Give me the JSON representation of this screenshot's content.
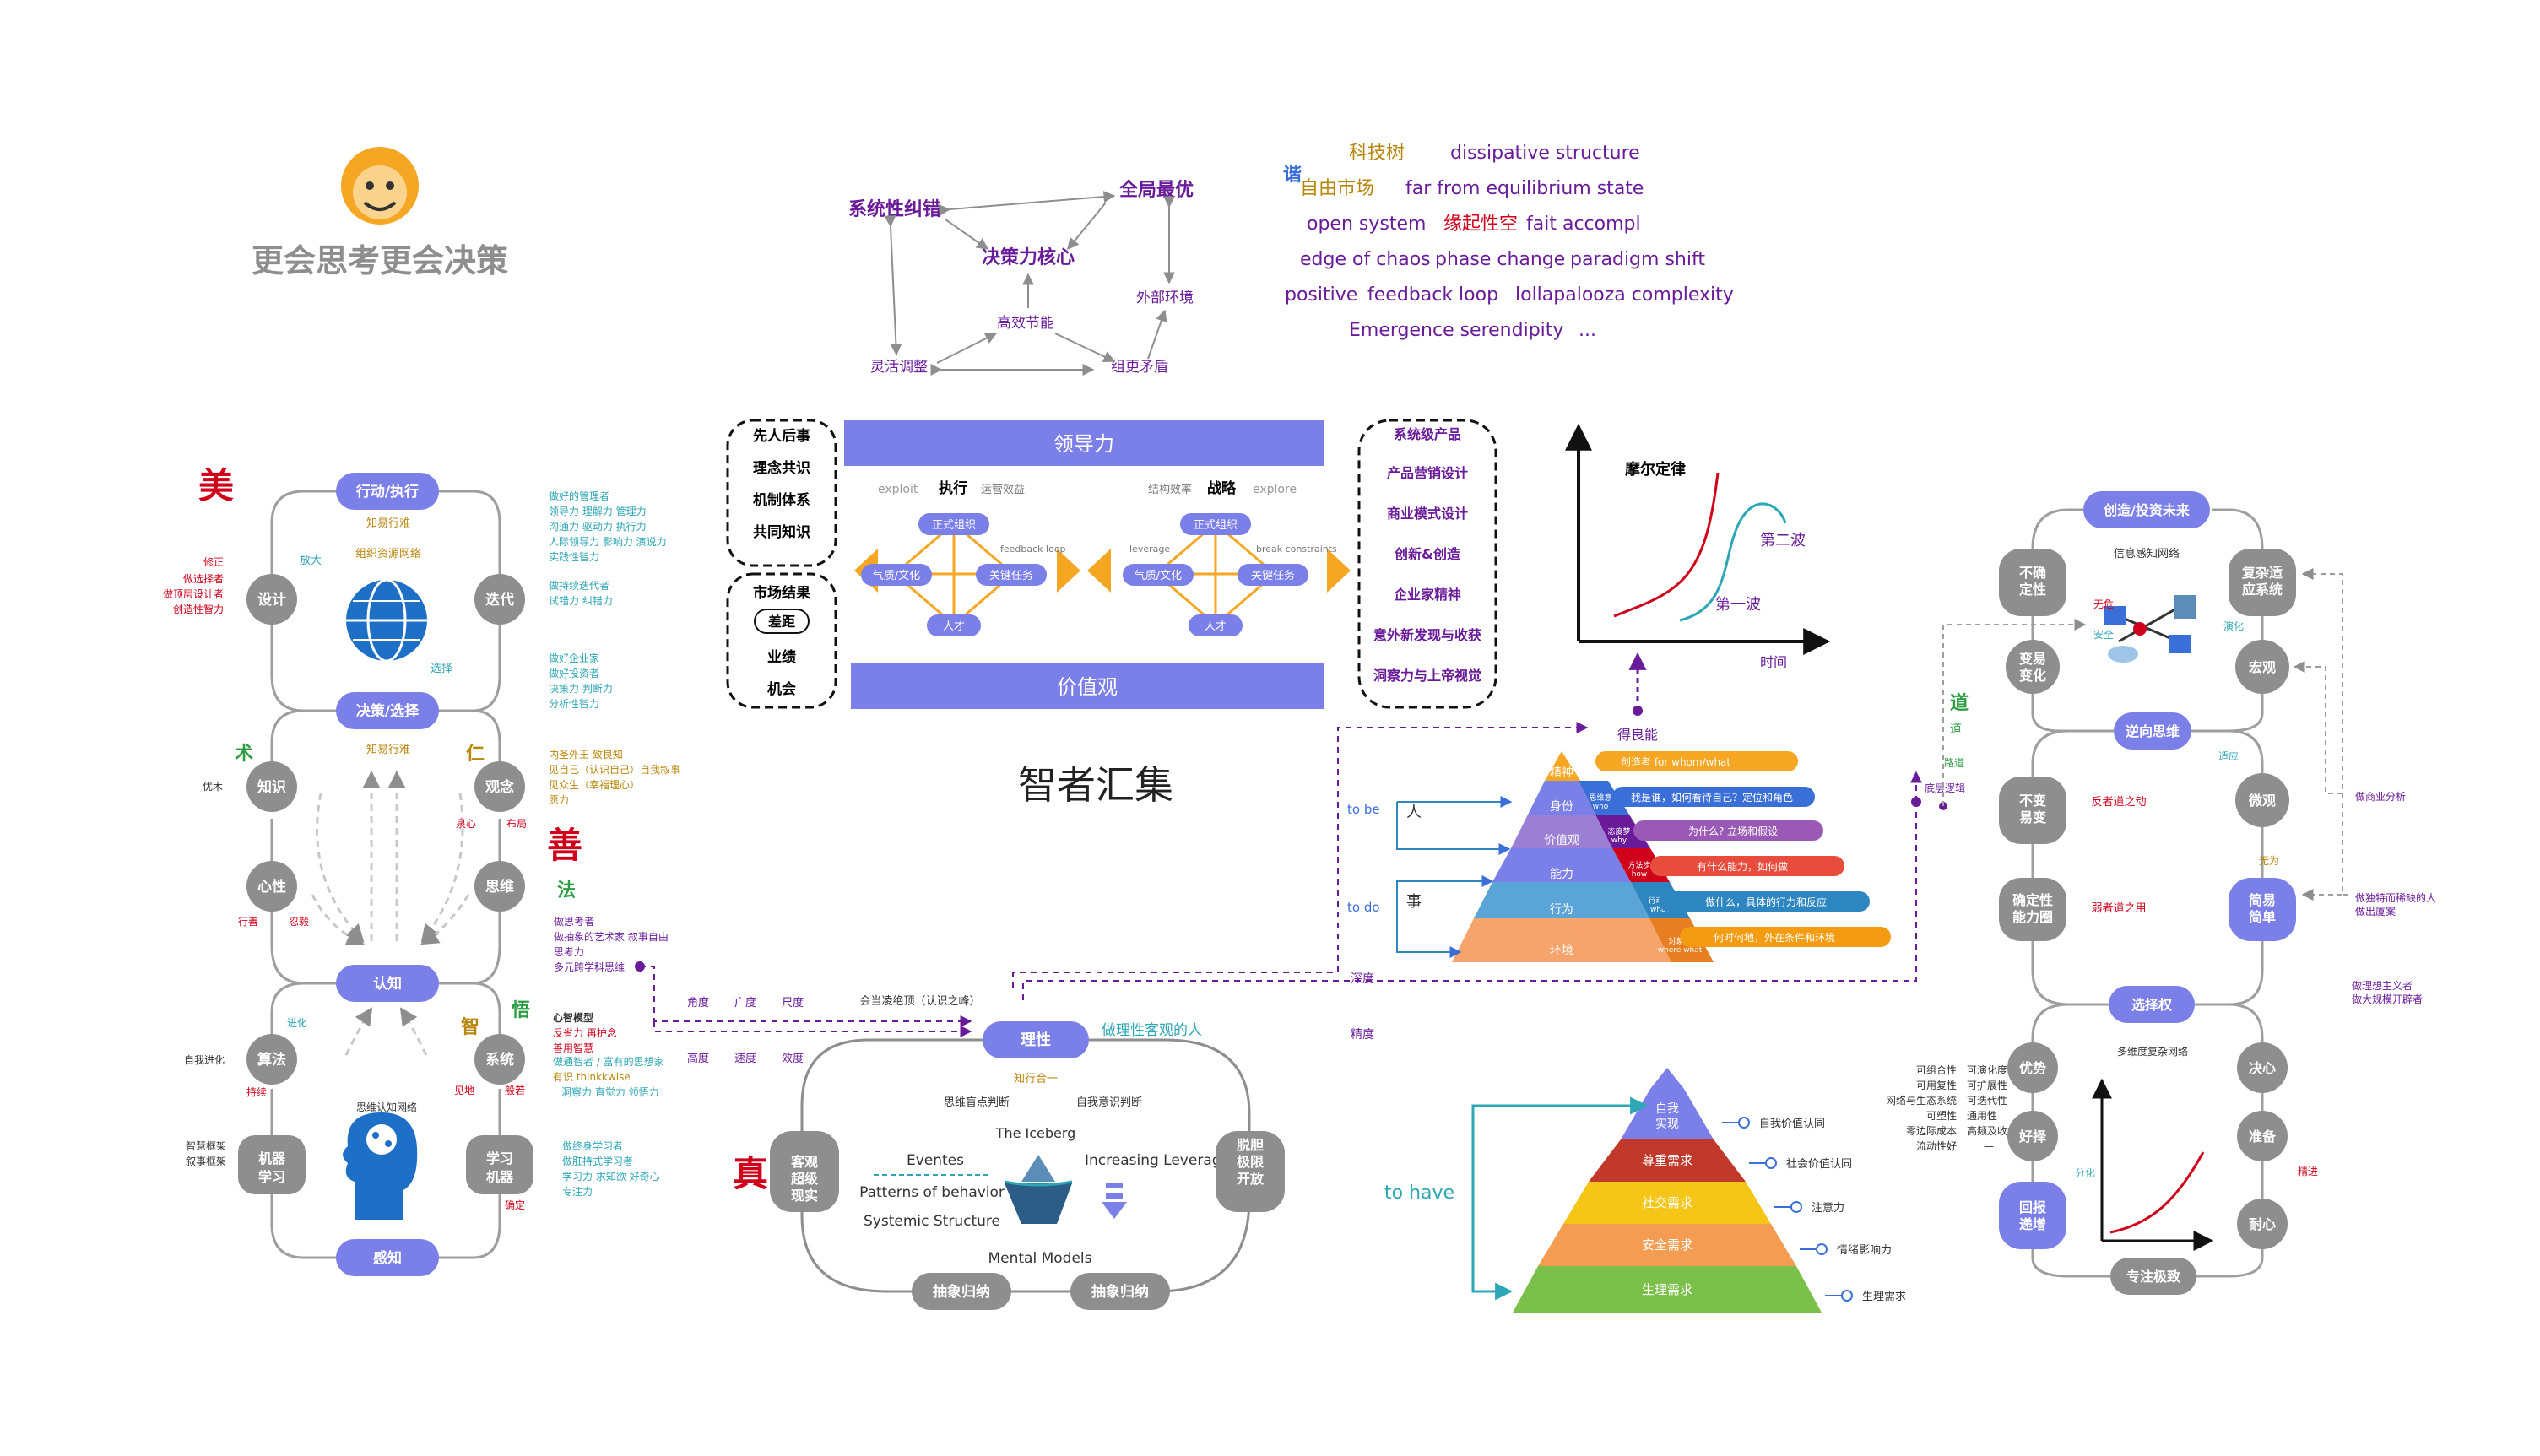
{
  "brand": {
    "title": "更会思考更会决策",
    "logo_icon": "lion-logo-icon"
  },
  "center_title": "智者汇集",
  "colors": {
    "purple": "#7B7FE8",
    "gray": "#8E8E8E",
    "orange": "#F5A623",
    "red": "#D0021B",
    "green": "#2E9E44",
    "teal": "#2DA6B5",
    "dark_purple": "#6A1B9A",
    "blue": "#3B6FD8"
  },
  "decision_core": {
    "n1": "系统性纠错",
    "n2": "全局最优",
    "n3": "决策力核心",
    "n4": "外部环境",
    "n5": "高效节能",
    "n6": "灵活调整",
    "n7": "组更矛盾"
  },
  "terms": {
    "icon": "谐",
    "r1": [
      "科技树",
      "dissipative structure"
    ],
    "r2": [
      "自由市场",
      "far from equilibrium state"
    ],
    "r3": [
      "open system",
      "缘起性空",
      "fait accompl"
    ],
    "r4": [
      "edge of chaos",
      "phase change",
      "paradigm shift"
    ],
    "r5": [
      "positive",
      "feedback loop",
      "lollapalooza complexity"
    ],
    "r6": [
      "Emergence serendipity",
      "..."
    ]
  },
  "leadership": {
    "left_dashed": [
      "先人后事",
      "理念共识",
      "机制体系",
      "共同知识"
    ],
    "left_dashed2": [
      "市场结果",
      "差距",
      "业绩",
      "机会"
    ],
    "top_bar": "领导力",
    "bottom_bar": "价值观",
    "exploit": "exploit",
    "exec": "执行",
    "exec_sub": "运营效益",
    "strategy_sub": "结构效率",
    "strategy": "战略",
    "explore": "explore",
    "org": "正式组织",
    "culture": "气质/文化",
    "key": "关键任务",
    "talent": "人才",
    "fb": "feedback loop",
    "leverage": "leverage",
    "bc": "break constraints",
    "right_dashed": [
      "系统级产品",
      "产品营销设计",
      "商业模式设计",
      "创新&创造",
      "企业家精神",
      "意外新发现与收获",
      "洞察力与上帝视觉"
    ]
  },
  "moore": {
    "title": "摩尔定律",
    "wave2": "第二波",
    "wave1": "第一波",
    "xlabel": "时间",
    "can": "得良能"
  },
  "left_cycle": {
    "beauty": "美",
    "art": "术",
    "kind": "善",
    "law": "法",
    "ren": "仁",
    "wu": "悟",
    "zhi": "智",
    "action": "行动/执行",
    "design": "设计",
    "iter": "迭代",
    "decision": "决策/选择",
    "knowledge": "知识",
    "concept": "观念",
    "mind": "心性",
    "thinking": "思维",
    "cognition": "认知",
    "algo": "算法",
    "system": "系统",
    "ml": "机器\n学习",
    "learnm": "学习\n机器",
    "perceive": "感知",
    "t_know_act": "知易行难",
    "t_org": "组织资源网络",
    "t_enlarge": "放大",
    "t_select": "选择",
    "t_know_do": "知易行难",
    "left_red": [
      "修正",
      "做选择者",
      "做顶层设计者",
      "创造性智力"
    ],
    "right_blue_top": [
      "做好的管理者",
      "领导力 理解力 管理力",
      "沟通力 驱动力 执行力",
      "人际领导力 影响力 演说力",
      "实践性智力"
    ],
    "right_blue2": [
      "做持续迭代者",
      "试错力 纠错力"
    ],
    "right_blue3": [
      "做好企业家",
      "做好投资者",
      "决策力 判断力",
      "分析性智力"
    ],
    "sage": [
      "内圣外王 致良知",
      "见自己（认识自己）自我叙事",
      "见众生（幸福理心）",
      "愿力"
    ],
    "rm": [
      "做思考者",
      "做抽象的艺术家 叙事自由",
      "思考力",
      "多元跨学科思维"
    ],
    "youmu": "优木",
    "xuanmu": "泉心",
    "bulue": "布局",
    "tuili": "行善",
    "renai": "忍毅",
    "evolve": "进化",
    "selfevo": "自我进化",
    "persist": "持续",
    "insight": "见地",
    "dogma": "般若",
    "certain": "确定",
    "mental": "心智模型",
    "counter": "反省力 再护念",
    "rational_label": "善用智慧",
    "tw": [
      "做通智者 / 富有的思想家",
      "有识 thinkkwise",
      "洞察力 直觉力 领悟力"
    ],
    "ml_blue": [
      "做终身学习者",
      "做肛持式学习者",
      "学习力 求知欲 好奇心",
      "专注力"
    ],
    "wisdom_frame": "智慧框架\n叙事框架",
    "thinking_net": "思维认知网络"
  },
  "middle": {
    "angles": [
      "角度",
      "广度",
      "尺度"
    ],
    "heights": [
      "高度",
      "速度",
      "效度"
    ],
    "rational": "理性",
    "rational_side": "做理性客观的人",
    "knowing_doing": "知行合一",
    "ace": "会当凌绝顶（认识之峰）",
    "thinking_blind": "思维盲点判断",
    "self_aware": "自我意识判断",
    "iceberg": "The Iceberg",
    "events": "Eventes",
    "patterns": "Patterns of behavior",
    "structure": "Systemic Structure",
    "mental_models": "Mental Models",
    "leverage": "Increasing Leverage",
    "truth": "真",
    "objective": "客观\n超级\n现实",
    "break": "脱胆\n极限\n开放",
    "abstract1": "抽象归纳",
    "abstract2": "抽象归纳",
    "depth": "深度",
    "precision": "精度"
  },
  "pyramid1": {
    "tobe": "to be",
    "todo": "to do",
    "person": "人",
    "matter": "事",
    "layers": [
      "精神",
      "身份",
      "价值观",
      "能力",
      "行为",
      "环境"
    ],
    "right": [
      "思维意\nwho",
      "态度梦\nwhy",
      "方法步\nhow",
      "行动者\nwhat",
      "对象集\nwhere what"
    ],
    "labels": [
      "创造者 for whom/what",
      "我是谁，如何看待自己？定位和角色",
      "为什么? 立场和假设",
      "有什么能力，如何做",
      "做什么，具体的行力和反应",
      "何时何地，外在条件和环境"
    ]
  },
  "maslow": {
    "tohave": "to have",
    "layers": [
      "自我\n实现",
      "尊重需求",
      "社交需求",
      "安全需求",
      "生理需求"
    ],
    "labels": [
      "自我价值认同",
      "社会价值认同",
      "注意力",
      "情绪影响力",
      "生理需求"
    ],
    "left_list": [
      "可组合性",
      "可用复性",
      "网络与生态系统",
      "可塑性",
      "零边际成本",
      "流动性好"
    ],
    "right_list": [
      "可演化度",
      "可扩展性",
      "可迭代性",
      "通用性",
      "高频及收益",
      "—"
    ]
  },
  "right_cycle": {
    "top": "创造/投资未来",
    "info": "信息感知网络",
    "uncertain": "不确\n定性",
    "complex": "复杂适\n应系统",
    "change": "变易\n变化",
    "macro": "宏观",
    "reverse": "逆向思维",
    "dao": "道",
    "dao2": "道",
    "pathway": "路道",
    "underlying": "底层逻辑",
    "unchanging": "不变\n易变",
    "micro": "微观",
    "fanzhe": "反者道之动",
    "certain": "确定性\n能力圈",
    "simple": "简易\n简单",
    "ruozhe": "弱者道之用",
    "choice": "选择权",
    "advantage": "优势",
    "decide": "决心",
    "preference": "好择",
    "prepare": "准备",
    "compound": "回报\n递增",
    "patience": "耐心",
    "focus": "专注极致",
    "multi": "多维度复杂网络",
    "distribute": "分化",
    "evolution": "演化",
    "adapt": "适应",
    "noAct": "无为",
    "safe": "安全",
    "noRisk": "无危",
    "outer_right1": "做商业分析",
    "outer_right2": "做独特而稀缺的人\n做出厦案",
    "outer_right3": "做理想主义者\n做大规模开辟者",
    "persist": "精进"
  }
}
